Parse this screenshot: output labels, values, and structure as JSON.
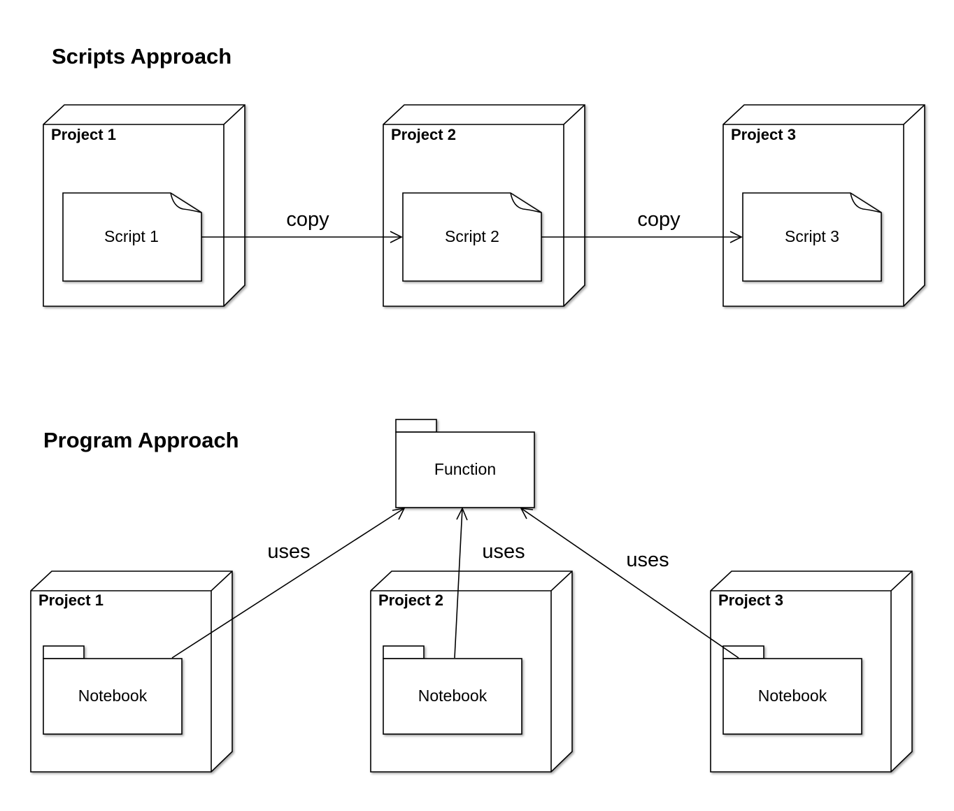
{
  "scripts_approach": {
    "title": "Scripts Approach",
    "projects": [
      {
        "label": "Project 1",
        "artifact": "Script 1"
      },
      {
        "label": "Project 2",
        "artifact": "Script 2"
      },
      {
        "label": "Project 3",
        "artifact": "Script 3"
      }
    ],
    "edges": [
      {
        "from": "Script 1",
        "to": "Script 2",
        "label": "copy"
      },
      {
        "from": "Script 2",
        "to": "Script 3",
        "label": "copy"
      }
    ]
  },
  "program_approach": {
    "title": "Program Approach",
    "function_label": "Function",
    "projects": [
      {
        "label": "Project 1",
        "artifact": "Notebook"
      },
      {
        "label": "Project 2",
        "artifact": "Notebook"
      },
      {
        "label": "Project 3",
        "artifact": "Notebook"
      }
    ],
    "edges": [
      {
        "from": "Notebook (Project 1)",
        "to": "Function",
        "label": "uses"
      },
      {
        "from": "Notebook (Project 2)",
        "to": "Function",
        "label": "uses"
      },
      {
        "from": "Notebook (Project 3)",
        "to": "Function",
        "label": "uses"
      }
    ]
  }
}
